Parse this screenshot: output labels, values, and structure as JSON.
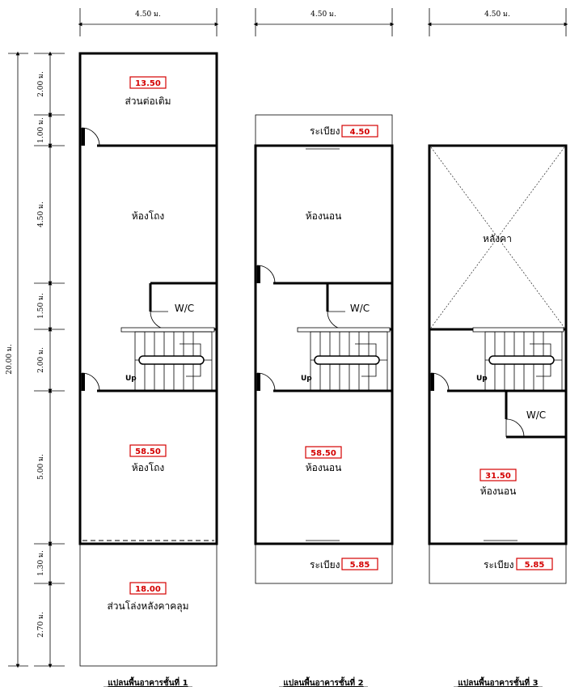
{
  "dimensions": {
    "width_label": "4.50 ม.",
    "total_height": "20.00 ม.",
    "segments": [
      "2.00 ม.",
      "1.00 ม.",
      "4.50 ม.",
      "1.50 ม.",
      "2.00 ม.",
      "5.00 ม.",
      "1.30 ม.",
      "2.70 ม."
    ]
  },
  "floor1": {
    "title": "แปลนพื้นอาคารชั้นที่ 1",
    "extension_area": "13.50",
    "extension_label": "ส่วนต่อเติม",
    "hall_top_label": "ห้องโถง",
    "wc_label": "W/C",
    "up_label": "Up",
    "hall_bottom_area": "58.50",
    "hall_bottom_label": "ห้องโถง",
    "carport_area": "18.00",
    "carport_label": "ส่วนโล่งหลังคาคลุม"
  },
  "floor2": {
    "title": "แปลนพื้นอาคารชั้นที่ 2",
    "balcony_top_label": "ระเบียง",
    "balcony_top_area": "4.50",
    "bedroom_top_label": "ห้องนอน",
    "wc_label": "W/C",
    "up_label": "Up",
    "bedroom_bottom_area": "58.50",
    "bedroom_bottom_label": "ห้องนอน",
    "balcony_bottom_label": "ระเบียง",
    "balcony_bottom_area": "5.85"
  },
  "floor3": {
    "title": "แปลนพื้นอาคารชั้นที่ 3",
    "roof_label": "หลังคา",
    "up_label": "Up",
    "wc_label": "W/C",
    "bedroom_area": "31.50",
    "bedroom_label": "ห้องนอน",
    "balcony_label": "ระเบียง",
    "balcony_area": "5.85"
  },
  "colors": {
    "wall": "#000000",
    "area_text": "#d40000",
    "area_box": "#d40000"
  }
}
